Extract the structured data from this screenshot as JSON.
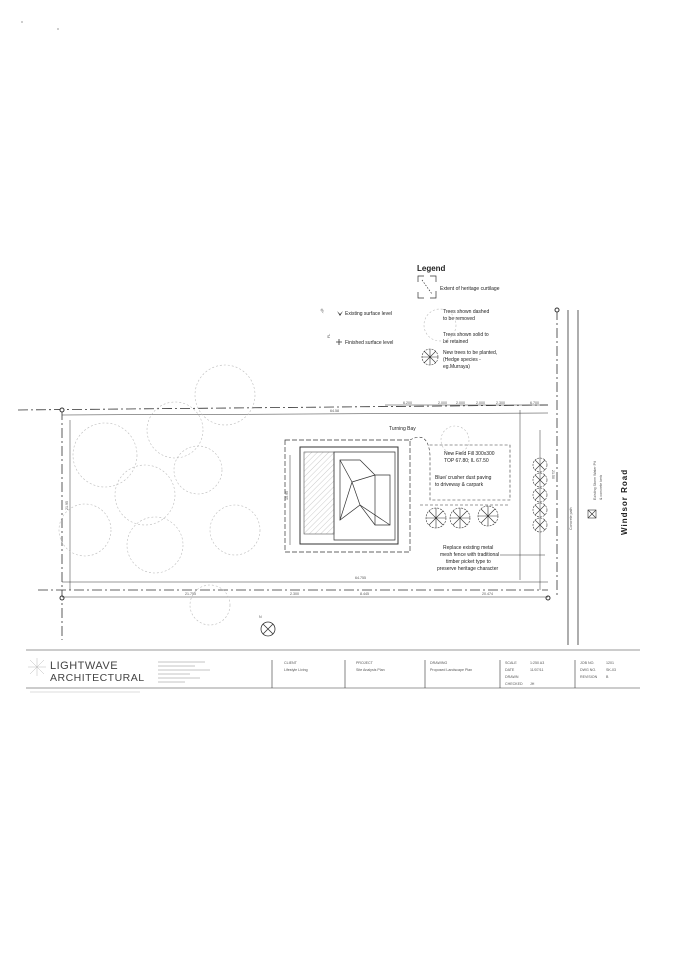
{
  "legend": {
    "title": "Legend",
    "curtilage": "Extent of heritage curtilage",
    "trees_removed_1": "Trees shown dashed",
    "trees_removed_2": "to be removed",
    "trees_retained_1": "Trees shown solid to",
    "trees_retained_2": "be retained",
    "new_trees_1": "New trees to be planted,",
    "new_trees_2": "(Hedge species -",
    "new_trees_3": "eg.Murraya)",
    "existing_level": "Existing surface level",
    "finished_level": "Finished surface level"
  },
  "site": {
    "turning_bay": "Turning Bay",
    "fill_1": "New Field Fill 300x300",
    "fill_2": "TOP 67.80; IL 67.50",
    "driveway_1": "Blue/ crusher dust paving",
    "driveway_2": "to driveway & carpark",
    "fence_1": "Replace existing metal",
    "fence_2": "mesh fence with traditional",
    "fence_3": "timber picket type to",
    "fence_4": "preserve heritage character",
    "concrete_path": "Concrete path",
    "storm_pit_1": "Existing Storm Water Pit",
    "storm_pit_2": "& concrete kerb",
    "road": "Windsor Road",
    "north": "N"
  },
  "dims": {
    "top_total": "64.58",
    "bottom_total": "64.755",
    "left_side": "21.95",
    "house_width": "15.95",
    "top_a": "6.200",
    "top_b": "2.000",
    "top_c": "2.000",
    "top_d": "2.000",
    "top_e": "2.300",
    "top_f": "6.700",
    "bot_a": "21.755",
    "bot_b": "2.300",
    "bot_c": "8.445",
    "bot_d": "20.474",
    "right_side": "21.50"
  },
  "title_block": {
    "logo_line1": "LIGHTWAVE",
    "logo_line2": "ARCHITECTURAL",
    "client_label": "CLIENT",
    "client_value": "Lifestyle Living",
    "project_label": "PROJECT",
    "project_value": "Site Analysis Plan",
    "drawing_label": "DRAWING",
    "drawing_value": "Proposed Landscape Plan",
    "scale_label": "SCALE",
    "scale_value": "1:250 A3",
    "date_label": "DATE",
    "date_value": "11/07/11",
    "drawn_label": "DRAWN",
    "checked_label": "CHECKED",
    "checked_value": "JH",
    "job_label": "JOB NO.",
    "job_value": "1201",
    "dwg_label": "DWG NO.",
    "dwg_value": "SK-03",
    "rev_label": "REVISION",
    "rev_value": "B"
  }
}
